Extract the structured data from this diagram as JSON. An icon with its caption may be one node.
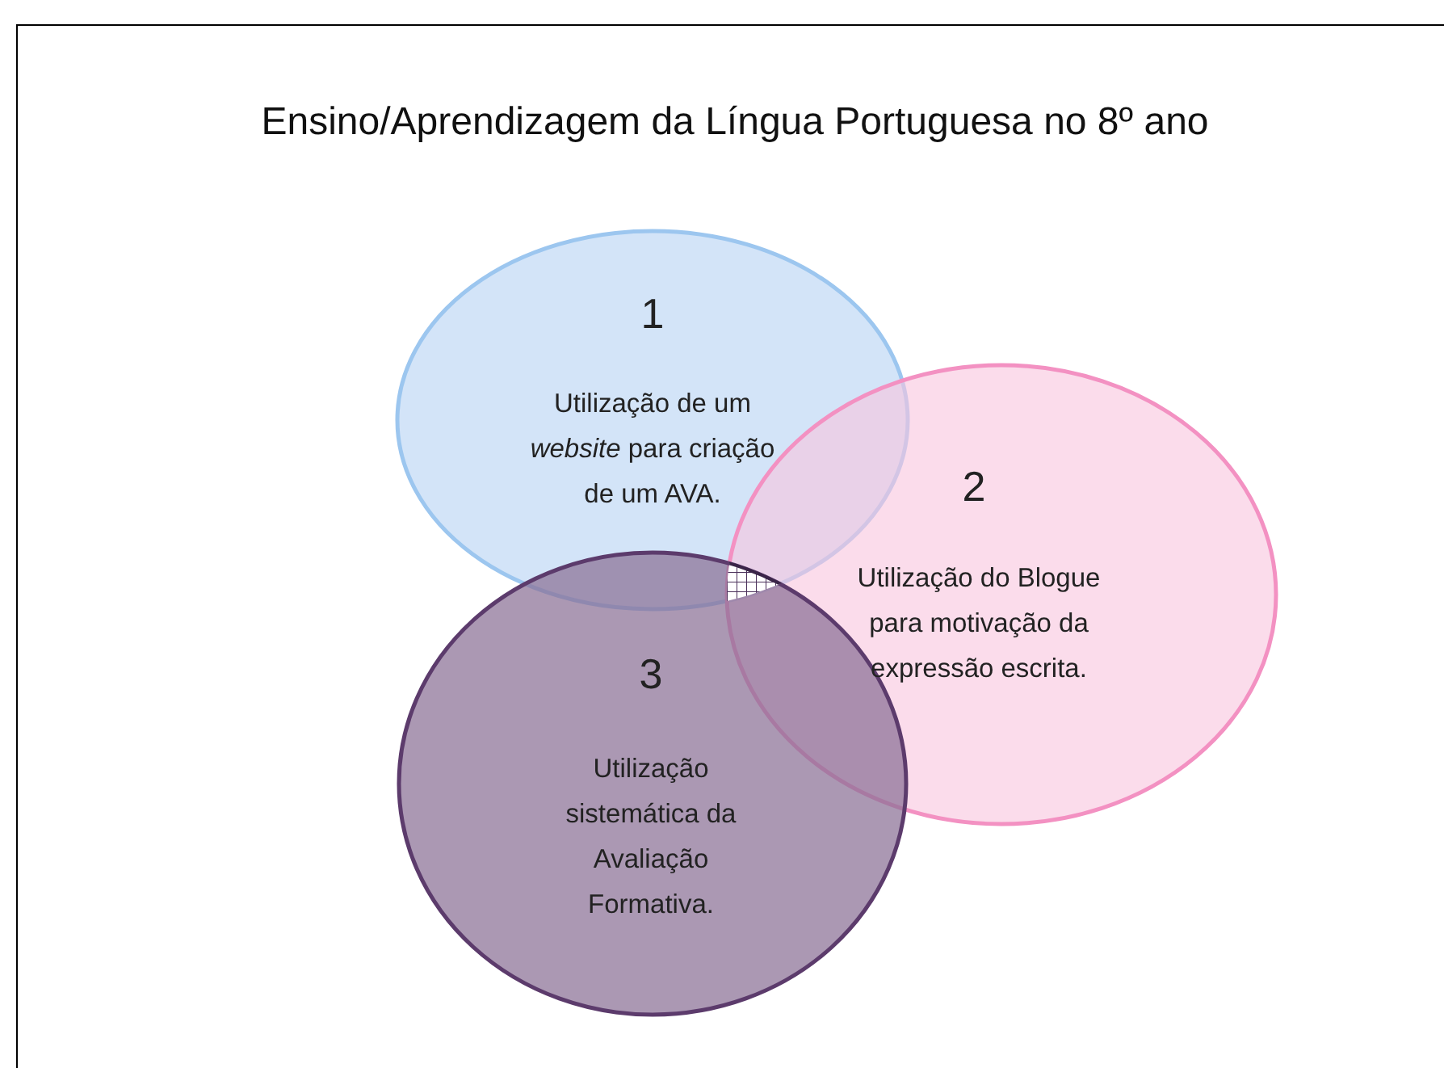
{
  "diagram": {
    "title": "Ensino/Aprendizagem da Língua Portuguesa no 8º ano",
    "nodes": [
      {
        "text": [
          "1",
          "Utilização de um *website* para criação de um AVA."
        ]
      },
      {
        "text": [
          "2",
          "Utilização do Blogue para motivação da expressão escrita."
        ]
      },
      {
        "text": [
          "3",
          "Utilização sistemática da Avaliação Formativa."
        ]
      }
    ],
    "edges": []
  }
}
